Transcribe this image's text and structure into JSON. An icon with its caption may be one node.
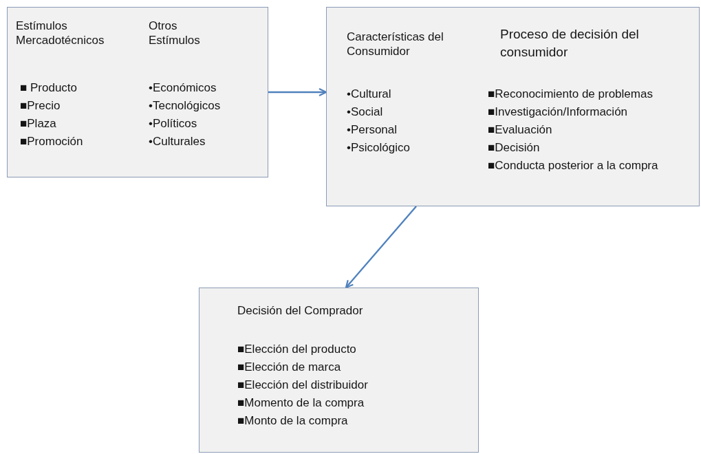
{
  "diagram": {
    "nodes": [
      {
        "text": [
          "Estímulos Mercadotécnicos",
          "■ Producto",
          "■Precio",
          "■Plaza",
          "■Promoción",
          "Otros Estímulos",
          "•Económicos",
          "•Tecnológicos",
          "•Políticos",
          "•Culturales"
        ]
      },
      {
        "text": [
          "Características del Consumidor",
          "•Cultural",
          "•Social",
          "•Personal",
          "•Psicológico",
          "Proceso de decisión del consumidor",
          "■Reconocimiento de problemas",
          "■Investigación/Información",
          "■Evaluación",
          "■Decisión",
          "■Conducta posterior a la compra"
        ]
      },
      {
        "text": [
          "Decisión del Comprador",
          "■Elección del producto",
          "■Elección de marca",
          "■Elección del distribuidor",
          "■Momento de la compra",
          "■Monto de la compra"
        ]
      }
    ],
    "edges": [
      {
        "from": 0,
        "to": 1,
        "arrow": "to"
      },
      {
        "from": 1,
        "to": 2,
        "arrow": "to"
      }
    ]
  }
}
